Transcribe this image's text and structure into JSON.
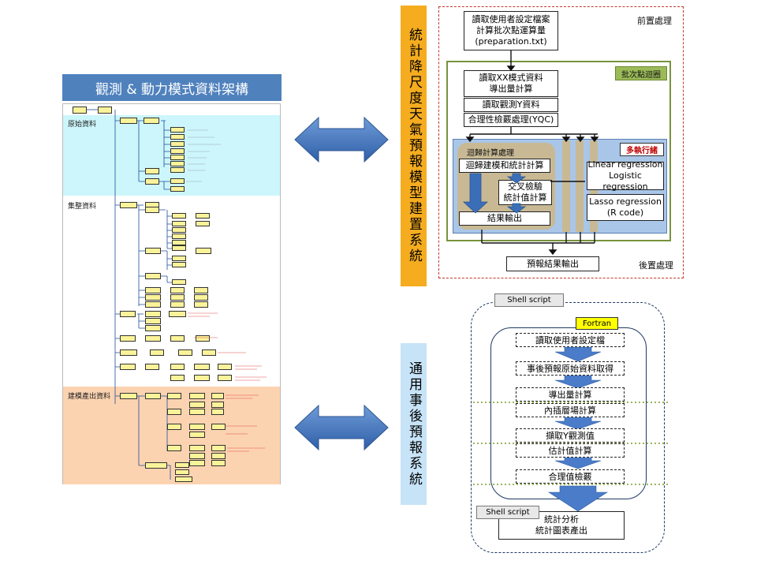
{
  "left_panel": {
    "title": "觀測 & 動力模式資料架構",
    "sections": {
      "raw": "原始資料",
      "collect": "集整資料",
      "model": "建模產出資料"
    }
  },
  "stat_system": {
    "vertical_title": "統計降尺度天氣預報模型建置系統",
    "preprocess_label": "前置處理",
    "postprocess_label": "後置處理",
    "batch_loop_label": "批次點迴圈",
    "multi_thread_label": "多執行緒",
    "loop_calc_label": "迴歸計算處理",
    "read_config": [
      "讀取使用者設定檔案",
      "計算批次點運算量",
      "(preparation.txt)"
    ],
    "read_model": [
      "讀取XX模式資料",
      "導出量計算"
    ],
    "read_obs": "讀取觀測Y資料",
    "qc": "合理性檢覈處理(YQC)",
    "regression": "迴歸建模和統計計算",
    "cross_validation": [
      "交叉檢驗",
      "統計值計算"
    ],
    "result_output": "結果輸出",
    "linear_regression": [
      "Linear regression",
      "Logistic regression"
    ],
    "lasso_regression": [
      "Lasso regression",
      "(R code)"
    ],
    "forecast_output": "預報結果輸出"
  },
  "post_system": {
    "vertical_title": "通用事後預報系統",
    "shell_script_top": "Shell script",
    "fortran_label": "Fortran",
    "steps": [
      "讀取使用者設定檔",
      "事後預報原始資料取得",
      "導出量計算",
      "內插層場計算",
      "擷取Y觀測值",
      "估計值計算",
      "合理值檢覈"
    ],
    "shell_script_bottom": "Shell script",
    "final_output": [
      "統計分析",
      "統計圖表產出"
    ]
  },
  "colors": {
    "title_bg": "#4f81bd",
    "raw_bg": "#ccf6fb",
    "model_bg": "#fcd3b0",
    "vtitle_orange": "#f5ac1f",
    "vtitle_blue": "#c7e3f7",
    "batch_green": "#77933c",
    "inner_blue": "#a9c6e8",
    "tan": "#c8b994",
    "arrow_blue": "#3a6fb8",
    "dashed_navy": "#1f3864",
    "dotted_green": "#7a9b2a"
  }
}
